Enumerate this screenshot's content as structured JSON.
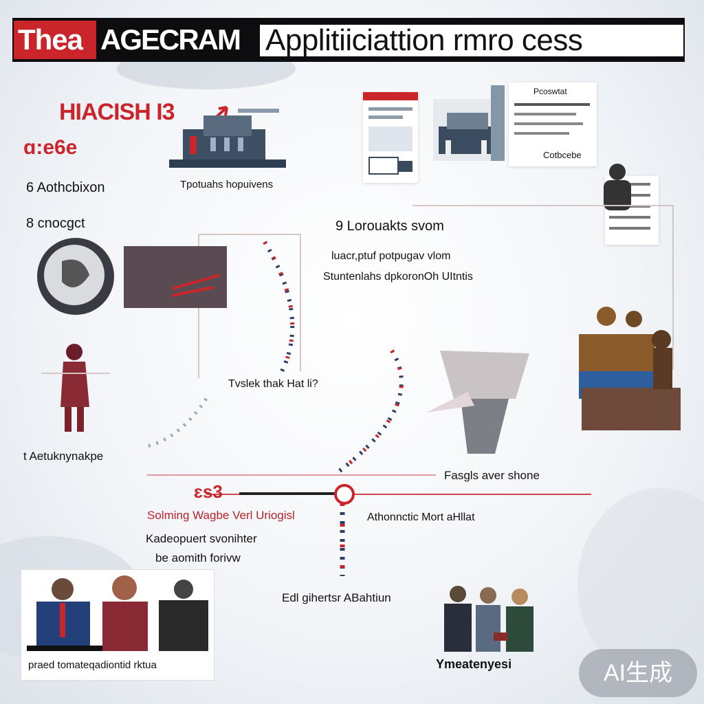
{
  "header": {
    "prefix": "Thea",
    "middle": "AGECRAM",
    "title": "Applitiiciattion rmro cess"
  },
  "brand_colors": {
    "accent": "#c9252b",
    "dark": "#0d0d0f",
    "navy": "#2b3f66"
  },
  "left": {
    "heading": "HIACISH I3",
    "subheading": "ɑ:e6e",
    "step6": "6 Aothcbixon",
    "step8": "8 cnocgct",
    "step_e": "t Aetuknynakpe"
  },
  "top_center": {
    "caption": "Tpotuahs hopuivens"
  },
  "top_right": {
    "label1": "Pcoswtat",
    "label2": "Cotbcebe"
  },
  "center": {
    "step9": "9 Lorouakts svom",
    "desc1": "luacr,ptuf potpugav vlom",
    "desc2": "Stuntenlahs dpkoronOh UItntis",
    "question": "Tvslek thak Hat li?"
  },
  "right_mid": {
    "label": "Fasgls aver shone"
  },
  "timeline": {
    "marker": "ɛs3",
    "label_red": "Solming Wagbe Verl Uriogisl",
    "label2": "Kadeopuert svonihter",
    "label3": "be aomith forivw",
    "center_label": "Athonnctic Mort aHllat",
    "bottom_label": "Edl gihertsr ABahtiun"
  },
  "bottom": {
    "left_caption": "praed tomateqadiontid rktua",
    "right_caption": "Ymeatenyesi"
  },
  "watermark": "AI生成"
}
